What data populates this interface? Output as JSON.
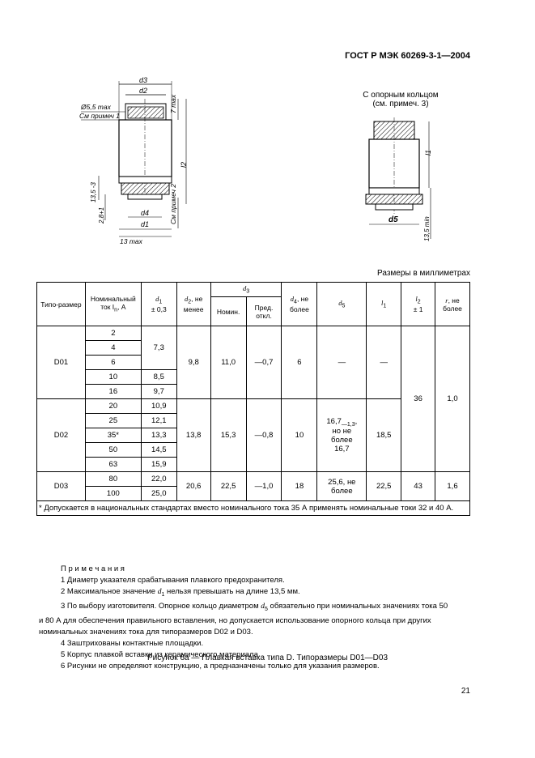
{
  "header": {
    "standard": "ГОСТ Р МЭК 60269-3-1—2004"
  },
  "figure_left": {
    "labels": [
      "d3",
      "d2",
      "Ø5,5 max",
      "См примеч 1",
      "7 max",
      "l2",
      "13,5 -3",
      "2,8+1",
      "d4",
      "d1",
      "13 max",
      "См примеч 2"
    ]
  },
  "figure_right": {
    "caption_line1": "С опорным кольцом",
    "caption_line2": "(см. примеч. 3)",
    "labels": [
      "l1",
      "d5",
      "13,5 min"
    ]
  },
  "units_note": "Размеры в миллиметрах",
  "table": {
    "headers": {
      "type": "Типо-размер",
      "rated_current": "Номинальный ток I",
      "rated_current_sub": "n",
      "rated_current_unit": ", А",
      "d1": "d",
      "d1_sub": "1",
      "d1_tol": "± 0,3",
      "d2": "d",
      "d2_sub": "2",
      "d2_suffix": ", не менее",
      "d3": "d",
      "d3_sub": "3",
      "d3_nom": "Номин.",
      "d3_dev": "Пред. откл.",
      "d4": "d",
      "d4_sub": "4",
      "d4_suffix": ", не более",
      "d5": "d",
      "d5_sub": "5",
      "l1": "l",
      "l1_sub": "1",
      "l2": "l",
      "l2_sub": "2",
      "l2_tol": "± 1",
      "r": "r",
      "r_suffix": ", не более"
    },
    "d01": {
      "type": "D01",
      "currents": [
        "2",
        "4",
        "6",
        "10",
        "16"
      ],
      "d1_a": "7,3",
      "d1_b": "8,5",
      "d1_c": "9,7",
      "d2": "9,8",
      "d3_nom": "11,0",
      "d3_dev": "—0,7",
      "d4": "6",
      "d5": "—",
      "l1": "—"
    },
    "d02": {
      "type": "D02",
      "currents": [
        "20",
        "25",
        "35*",
        "50",
        "63"
      ],
      "d1": [
        "10,9",
        "12,1",
        "13,3",
        "14,5",
        "15,9"
      ],
      "d2": "13,8",
      "d3_nom": "15,3",
      "d3_dev": "—0,8",
      "d4": "10",
      "d5_line1": "16,7",
      "d5_sub": "—1,3",
      "d5_line1_end": ",",
      "d5_line2": "но не",
      "d5_line3": "более",
      "d5_line4": "16,7",
      "l1": "18,5"
    },
    "d01_d02_shared": {
      "l2": "36",
      "r": "1,0"
    },
    "d03": {
      "type": "D03",
      "currents": [
        "80",
        "100"
      ],
      "d1": [
        "22,0",
        "25,0"
      ],
      "d2": "20,6",
      "d3_nom": "22,5",
      "d3_dev": "—1,0",
      "d4": "18",
      "d5_line1": "25,6, не",
      "d5_line2": "более",
      "l1": "22,5",
      "l2": "43",
      "r": "1,6"
    },
    "footnote": "* Допускается в национальных стандартах вместо номинального тока 35 А применять номинальные токи 32 и 40 А."
  },
  "notes": {
    "title": "П р и м е ч а н и я",
    "n1": "1 Диаметр указателя срабатывания плавкого предохранителя.",
    "n2_a": "2 Максимальное значение ",
    "n2_var": "d",
    "n2_sub": "1",
    "n2_b": " нельзя превышать на длине 13,5 мм.",
    "n3_a": "3 По выбору изготовителя. Опорное кольцо диаметром ",
    "n3_var": "d",
    "n3_sub": "5",
    "n3_b": " обязательно при номинальных значениях тока 50",
    "n3_c": "и 80 А для обеспечения правильного вставления, но допускается использование опорного кольца при других",
    "n3_d": "номинальных значениях тока для типоразмеров D02 и D03.",
    "n4": "4 Заштрихованы контактные площадки.",
    "n5": "5 Корпус плавкой вставки из керамического материала.",
    "n6": "6 Рисунки не определяют конструкцию, а предназначены только для указания размеров."
  },
  "caption": "Рисунок 6а — Плавкая вставка типа D. Типоразмеры D01—D03",
  "page_number": "21"
}
